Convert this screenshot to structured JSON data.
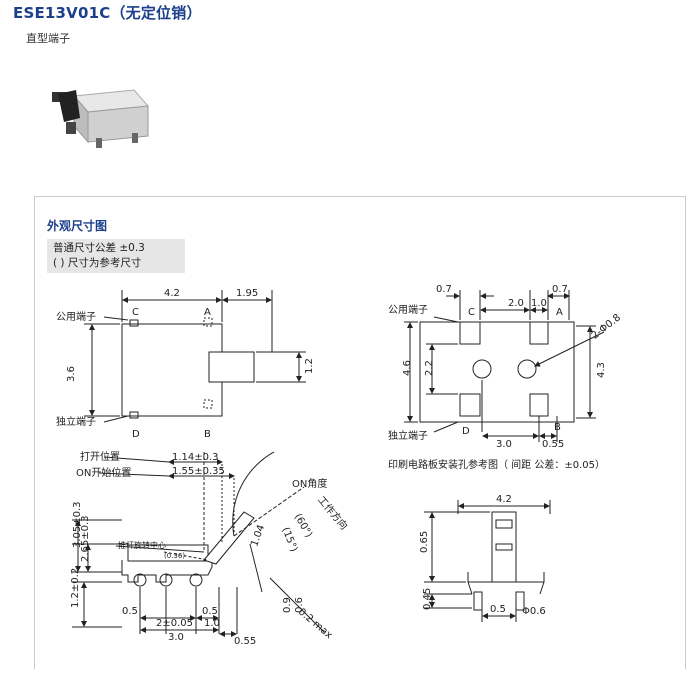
{
  "header": {
    "title": "ESE13V01C（无定位销）",
    "subtitle": "直型端子"
  },
  "section": {
    "title": "外观尺寸图",
    "notes": [
      "普通尺寸公差 ±0.3",
      "( ) 尺寸为参考尺寸"
    ]
  },
  "top_view": {
    "dim_width": "4.2",
    "dim_ext": "1.95",
    "dim_height": "3.6",
    "dim_tab": "1.2",
    "pin_C": "C",
    "pin_A": "A",
    "pin_D": "D",
    "pin_B": "B",
    "label_common": "公用端子",
    "label_independent": "独立端子"
  },
  "pcb_view": {
    "dim_07a": "0.7",
    "dim_07b": "0.7",
    "dim_20": "2.0",
    "dim_10": "1.0",
    "dim_46": "4.6",
    "dim_22": "2.2",
    "dim_43": "4.3",
    "dim_hole": "2-Φ0.8",
    "dim_30": "3.0",
    "dim_055": "0.55",
    "pin_C": "C",
    "pin_A": "A",
    "pin_D": "D",
    "pin_B": "B",
    "label_common": "公用端子",
    "label_independent": "独立端子",
    "caption": "印刷电路板安装孔参考图（ 间距 公差：±0.05）"
  },
  "side_view": {
    "open_pos": "打开位置",
    "on_start": "ON开始位置",
    "dim_open": "1.14±0.3",
    "dim_on": "1.55±0.35",
    "on_angle": "ON角度",
    "work_dir": "工作方向",
    "angle_60": "(60°)",
    "angle_15": "(15°)",
    "pivot": "推杆旋转中心",
    "pivot_dim": "(0.36)",
    "dim_305": "3.05±0.3",
    "dim_265": "2.65±0.3",
    "dim_104": "1.04",
    "dim_12b": "1.2±0.2",
    "dim_05a": "0.5",
    "dim_05b": "0.5",
    "dim_2": "2±0.05",
    "dim_10": "1.0",
    "dim_30": "3.0",
    "dim_055": "0.55",
    "dim_09": "0.9",
    "dim_06": "0.6",
    "dim_02max": "0.2 max"
  },
  "front_view": {
    "dim_42": "4.2",
    "dim_065": "0.65",
    "dim_045": "0.45",
    "dim_05": "0.5",
    "dim_hole": "Φ0.6"
  }
}
